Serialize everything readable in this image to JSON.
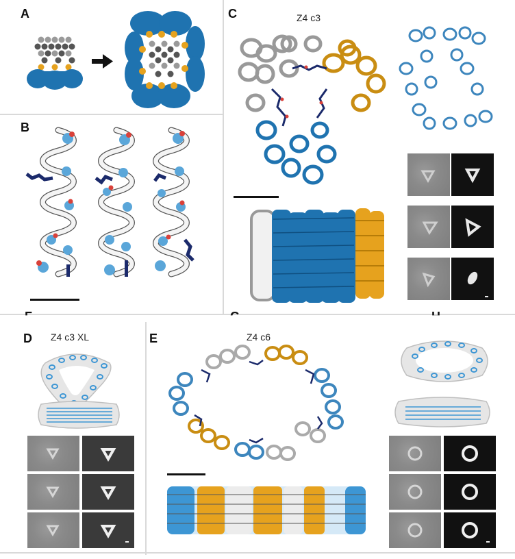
{
  "figure": {
    "panels": [
      {
        "label": "A"
      },
      {
        "label": "B"
      },
      {
        "label": "C",
        "title": "Z4 c3"
      },
      {
        "label": "D",
        "title": "Z4 c3 XL"
      },
      {
        "label": "E",
        "title": "Z4 c6"
      }
    ],
    "partial_labels": [
      "F",
      "G",
      "H"
    ],
    "colors": {
      "blue": "#1f73b0",
      "light_blue": "#5aa6d9",
      "gold": "#e6a21e",
      "white_helix": "#eeeeee",
      "dark_navy": "#1b2a6b",
      "oxygen_red": "#d9413a",
      "em_dark": "#111111",
      "em_gray": "#8a8a8a"
    },
    "icons": [
      "right-arrow-icon",
      "scale-bar"
    ]
  }
}
